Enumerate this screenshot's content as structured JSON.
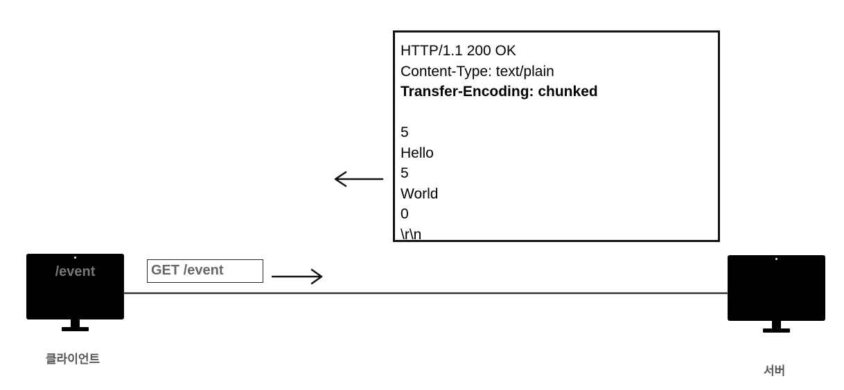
{
  "response": {
    "lines": [
      {
        "text": "HTTP/1.1 200 OK",
        "bold": false
      },
      {
        "text": "Content-Type: text/plain",
        "bold": false
      },
      {
        "text": "Transfer-Encoding: chunked",
        "bold": true
      },
      {
        "text": "",
        "bold": false
      },
      {
        "text": "5",
        "bold": false
      },
      {
        "text": "Hello",
        "bold": false
      },
      {
        "text": "5",
        "bold": false
      },
      {
        "text": "World",
        "bold": false
      },
      {
        "text": "0",
        "bold": false
      },
      {
        "text": "\\r\\n",
        "bold": false
      }
    ]
  },
  "request": {
    "label": "GET /event"
  },
  "client": {
    "screen_text": "/event",
    "label": "클라이언트",
    "icon": "monitor-icon"
  },
  "server": {
    "label": "서버",
    "icon": "monitor-icon"
  },
  "arrows": {
    "request_direction": "right",
    "response_direction": "left",
    "color": "#111111"
  }
}
